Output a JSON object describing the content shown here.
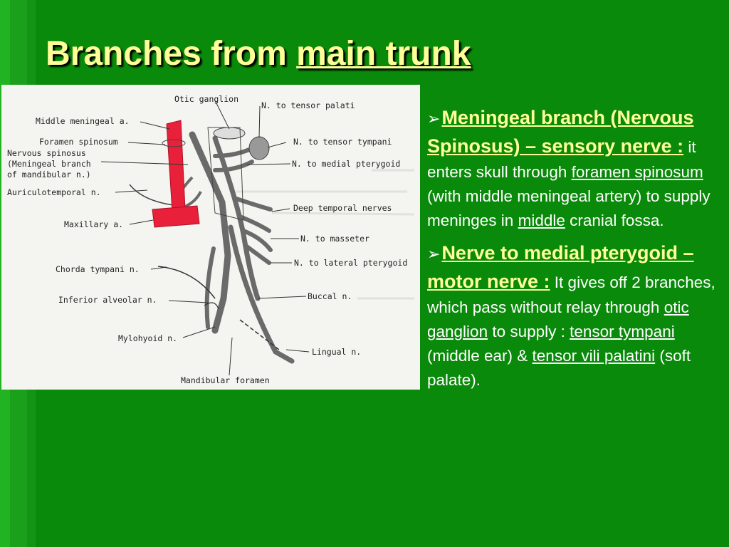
{
  "slide": {
    "title_lead": "Branches from ",
    "title_emph": "main trunk"
  },
  "figure": {
    "labels": {
      "otic_ganglion": "Otic ganglion",
      "n_tensor_palati": "N. to tensor palati",
      "middle_meningeal": "Middle meningeal a.",
      "foramen_spinosum": "Foramen spinosum",
      "n_tensor_tympani": "N. to tensor tympani",
      "nervous_spinosus_1": "Nervous spinosus",
      "nervous_spinosus_2": "(Meningeal branch",
      "nervous_spinosus_3": "of mandibular n.)",
      "n_medial_pterygoid": "N. to medial pterygoid",
      "auriculotemporal": "Auriculotemporal n.",
      "deep_temporal": "Deep temporal nerves",
      "maxillary": "Maxillary a.",
      "n_masseter": "N. to masseter",
      "n_lateral_pterygoid": "N. to lateral pterygoid",
      "chorda_tympani": "Chorda tympani n.",
      "inferior_alveolar": "Inferior alveolar n.",
      "buccal": "Buccal n.",
      "mylohyoid": "Mylohyoid n.",
      "lingual": "Lingual n.",
      "mandibular_foramen": "Mandibular foramen"
    }
  },
  "notes": {
    "p1": {
      "arrow": "➢",
      "heading": "Meningeal branch (Nervous Spinosus) – sensory nerve :",
      "t1": " it enters skull through ",
      "link1": "foramen spinosum",
      "t2": " (with middle meningeal artery) to supply meninges in ",
      "link2": "middle",
      "t3": " cranial fossa."
    },
    "p2": {
      "arrow": "➢",
      "heading": "Nerve to medial pterygoid –motor nerve :",
      "t1": " It gives off 2 branches, which pass without relay through ",
      "link1": "otic ganglion",
      "t2": " to supply : ",
      "link2": "tensor tympani ",
      "t3": "(middle ear) & ",
      "link3": "tensor vili palatini",
      "t4": " (soft palate)."
    }
  },
  "colors": {
    "background": "#0a8a0a",
    "title": "#ffff99",
    "heading": "#ffff99",
    "body_text": "#ffffff",
    "artery": "#e8203a",
    "nerve": "#6a6a6a"
  }
}
